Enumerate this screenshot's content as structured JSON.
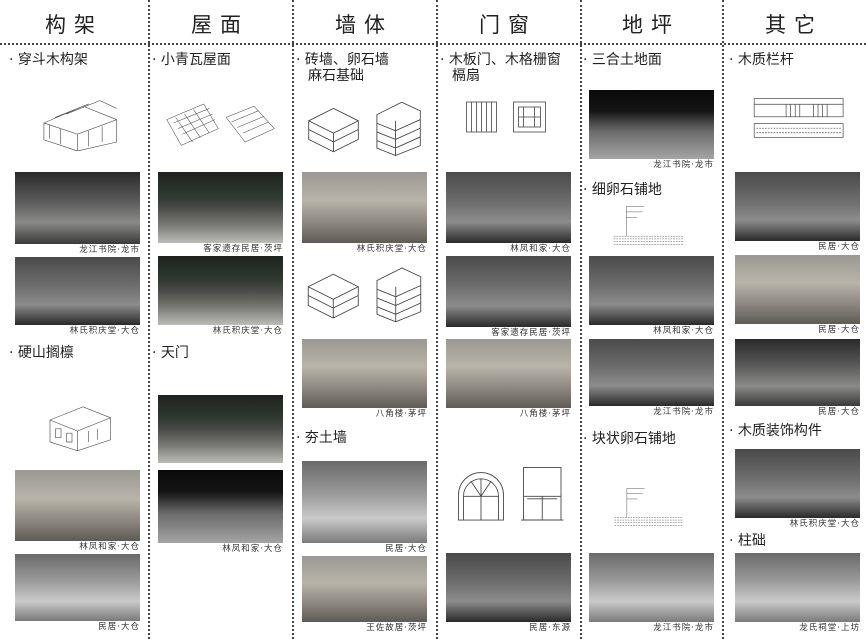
{
  "columns": [
    {
      "title": "构架",
      "sections": [
        "· 穿斗木构架",
        "· 硬山搁檩"
      ],
      "captions": [
        "龙江书院·龙市",
        "林氏积庆堂·大仓",
        "林凤和家·大仓",
        "民居·大仓"
      ]
    },
    {
      "title": "屋面",
      "sections": [
        "· 小青瓦屋面",
        "· 天门"
      ],
      "captions": [
        "客家遗存民居·茨坪",
        "林氏积庆堂·大仓",
        "林凤和家·大仓"
      ]
    },
    {
      "title": "墙体",
      "sections": [
        "· 砖墙、卵石墙",
        "麻石基础",
        "· 夯土墙"
      ],
      "captions": [
        "林氏积庆堂·大仓",
        "八角楼·茅坪",
        "民居·大仓",
        "王佐故居·茨坪"
      ]
    },
    {
      "title": "门窗",
      "sections": [
        "· 木板门、木格栅窗",
        "槅扇"
      ],
      "captions": [
        "林凤和家·大仓",
        "客家遗存民居·茨坪",
        "八角楼·茅坪",
        "民居·东源"
      ]
    },
    {
      "title": "地坪",
      "sections": [
        "· 三合土地面",
        "· 细卵石铺地",
        "· 块状卵石铺地"
      ],
      "captions": [
        "龙江书院·龙市",
        "林凤和家·大仓",
        "龙江书院·龙市",
        "龙江书院·龙市"
      ]
    },
    {
      "title": "其它",
      "sections": [
        "· 木质栏杆",
        "· 木质装饰构件",
        "· 柱础"
      ],
      "captions": [
        "民居·大仓",
        "民居·大仓",
        "民居·大仓",
        "林氏积庆堂·大仓",
        "龙氏祠堂·上坊"
      ]
    }
  ]
}
